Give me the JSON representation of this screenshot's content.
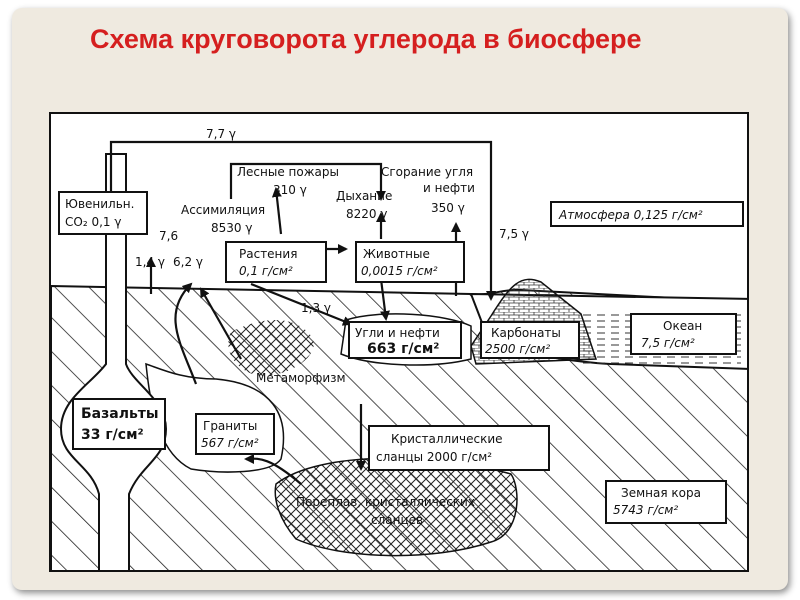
{
  "slide": {
    "title": "Схема круговорота углерода в биосфере"
  },
  "diagram": {
    "flows": {
      "top_arrow": "7,7 γ",
      "forest_fires": "Лесные пожары",
      "forest_fires_value": "310 γ",
      "assimilation": "Ассимиляция",
      "assimilation_value": "8530 γ",
      "respiration": "Дыхание",
      "respiration_value": "8220 γ",
      "combustion": "Сгорание угля",
      "combustion_2": "и нефти",
      "combustion_value": "350 γ",
      "to_atmosphere": "7,5 γ",
      "basalt_flow": "7,6",
      "split_left": "1,4 γ",
      "split_right": "6,2 γ",
      "to_coal": "1,3 γ",
      "metamorphism": "Метаморфизм"
    },
    "boxes": {
      "juvenile": [
        "Ювенильн.",
        "CO₂ 0,1 γ"
      ],
      "atmosphere": "Атмосфера 0,125 г/см²",
      "plants": [
        "Растения",
        "0,1 г/см²"
      ],
      "animals": [
        "Животные",
        "0,0015 г/см²"
      ],
      "coal_oil": [
        "Угли и нефти",
        "663 г/см²"
      ],
      "carbonates": [
        "Карбонаты",
        "2500 г/см²"
      ],
      "ocean": [
        "Океан",
        "7,5 г/см²"
      ],
      "basalts": [
        "Базальты",
        "33 г/см²"
      ],
      "granites": [
        "Граниты",
        "567 г/см²"
      ],
      "schists": [
        "Кристаллические",
        "сланцы 2000 г/см²"
      ],
      "remelting": [
        "Переплав, кристаллических",
        "сланцев"
      ],
      "crust": [
        "Земная кора",
        "5743 г/см²"
      ]
    }
  }
}
